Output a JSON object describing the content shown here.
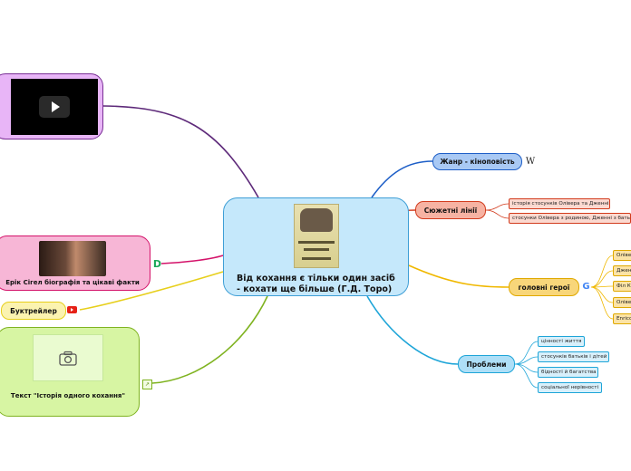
{
  "central": {
    "title": "Від кохання є тільки один засіб - кохати ще більше (Г.Д. Торо)"
  },
  "topics": {
    "genre": {
      "label": "Жанр - кіноповість",
      "icon": "wikipedia-icon",
      "color": "#a9c9f4"
    },
    "plot": {
      "label": "Сюжетні лінії",
      "color": "#f7b3a3",
      "items": [
        "історія стосунків Олівера та Дженні",
        "стосунки Олівера з родиною, Дженні з батьком"
      ]
    },
    "heroes": {
      "label": "головні герої",
      "color": "#f8d67a",
      "items": [
        "Олівер",
        "Дженні",
        "Філ К",
        "Олівер",
        "Enrico"
      ]
    },
    "problems": {
      "label": "Проблеми",
      "color": "#aedff7",
      "items": [
        "цінності життя",
        "стосунків батьків і дітей",
        "бідності й багатства",
        "соціальної нерівності"
      ]
    },
    "video": {
      "icon": "play-icon",
      "color": "#e8b5f7"
    },
    "bio": {
      "label": "Ерік Сігел біографія та цікаві факти",
      "color": "#f7b6d6"
    },
    "trailer": {
      "label": "Буктрейлер",
      "color": "#fbf3b0"
    },
    "text": {
      "label": "Текст \"Історія одного кохання\"",
      "color": "#d7f5a3"
    }
  }
}
